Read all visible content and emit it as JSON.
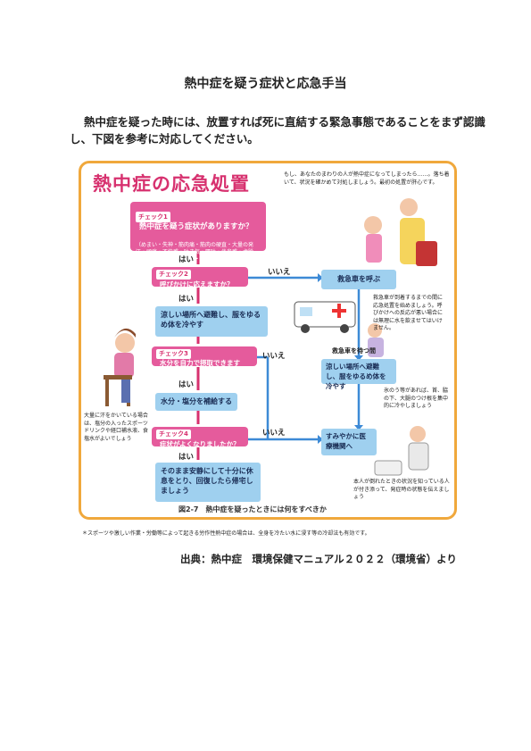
{
  "document": {
    "title": "熱中症を疑う症状と応急手当",
    "intro_line1": "熱中症を疑った時には、放置すれば死に直結する緊急事態であることをまず認識",
    "intro_line2": "し、下図を参考に対応してください。"
  },
  "figure": {
    "title": "熱中症の応急処置",
    "note_top": "もし、あなたのまわりの人が熱中症になってしまったら……。落ち着いて、状況を確かめて対処しましょう。最初の処置が肝心です。",
    "check1_tag": "チェック1",
    "check1_q": "熱中症を疑う症状がありますか？",
    "check1_symptoms": "（めまい・失神・筋肉痛・筋肉の硬直・大量の発汗・頭痛・不快感・吐き気・嘔吐・倦怠感・虚脱感・意識障害・けいれん・手足の運動障害・高体温）",
    "check2_tag": "チェック2",
    "check2_q": "呼びかけに応えますか？",
    "check3_tag": "チェック3",
    "check3_q": "水分を自力で摂取できますか？",
    "check4_tag": "チェック4",
    "check4_q": "症状がよくなりましたか？",
    "yes": "はい",
    "no": "いいえ",
    "action1": "涼しい場所へ避難し、服をゆるめ体を冷やす",
    "action2": "水分・塩分を補給する",
    "action3": "そのまま安静にして十分に休息をとり、回復したら帰宅しましょう",
    "call_ambulance": "救急車を呼ぶ",
    "wait_ambulance": "救急車を待つ間",
    "cool_down": "涼しい場所へ避難し、服をゆるめ体を冷やす",
    "hospital": "すみやかに医療機関へ",
    "note_ambulance": "救急車が到着するまでの間に応急処置を始めましょう。呼びかけへの反応が悪い場合には無理に水を飲ませてはいけません。",
    "note_ice": "氷のう等があれば、首、脇の下、大腿のつけ根を集中的に冷やしましょう",
    "note_drink": "大量に汗をかいている場合は、塩分の入ったスポーツドリンクや経口補水液、食塩水がよいでしょう",
    "note_witness": "本人が倒れたときの状況を知っている人が付き添って、発症時の状態を伝えましょう",
    "caption": "図2-7　熱中症を疑ったときには何をすべきか",
    "footnote": "＊スポーツや激しい作業・労働等によって起きる労作性熱中症の場合は、全身を冷たい水に浸す等の冷却法も有効です。"
  },
  "source": "出典：熱中症　環境保健マニュアル２０２２（環境省）より",
  "colors": {
    "pink": "#e55b9c",
    "blue": "#9fd0ef",
    "frame": "#f0a83c",
    "title": "#d7316f"
  }
}
